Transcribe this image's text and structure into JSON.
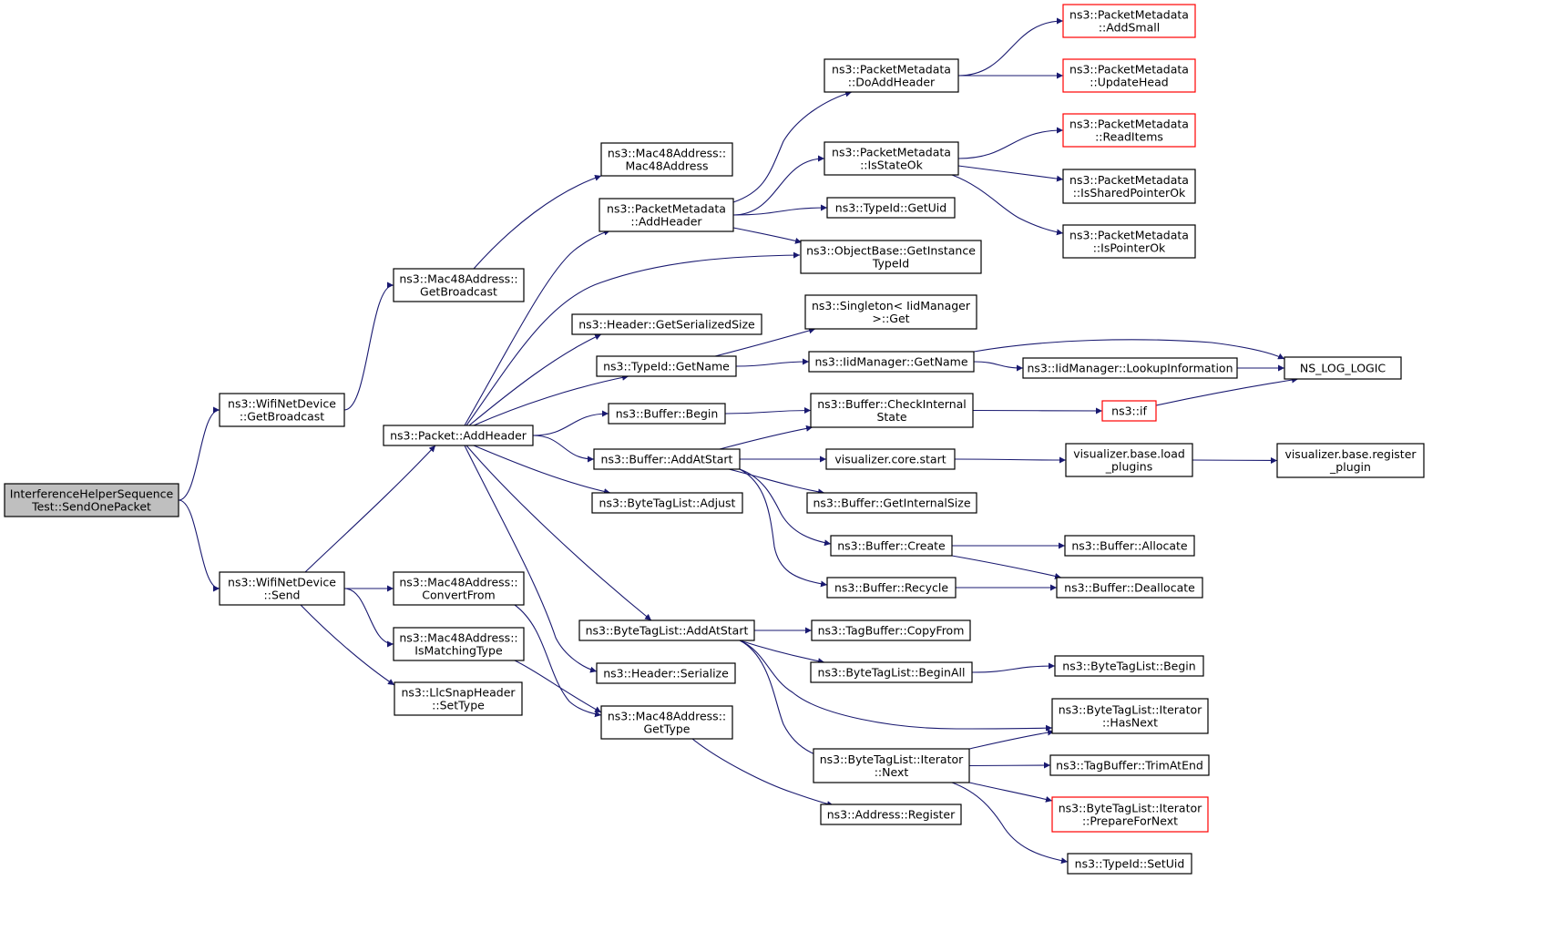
{
  "colors": {
    "edge": "#191970",
    "node_border": "#000000",
    "node_border_truncated": "#ff0000",
    "root_fill": "#bfbfbf",
    "node_fill": "#ffffff"
  },
  "nodes": [
    {
      "id": "root",
      "lines": [
        "InterferenceHelperSequence",
        "Test::SendOnePacket"
      ],
      "style": "root"
    },
    {
      "id": "wnd_getbroadcast",
      "lines": [
        "ns3::WifiNetDevice",
        "::GetBroadcast"
      ],
      "style": "normal"
    },
    {
      "id": "wnd_send",
      "lines": [
        "ns3::WifiNetDevice",
        "::Send"
      ],
      "style": "normal"
    },
    {
      "id": "mac_getbroadcast",
      "lines": [
        "ns3::Mac48Address::",
        "GetBroadcast"
      ],
      "style": "normal"
    },
    {
      "id": "pkt_addheader",
      "lines": [
        "ns3::Packet::AddHeader"
      ],
      "style": "normal"
    },
    {
      "id": "mac_convertfrom",
      "lines": [
        "ns3::Mac48Address::",
        "ConvertFrom"
      ],
      "style": "normal"
    },
    {
      "id": "mac_ismatching",
      "lines": [
        "ns3::Mac48Address::",
        "IsMatchingType"
      ],
      "style": "normal"
    },
    {
      "id": "llc_settype",
      "lines": [
        "ns3::LlcSnapHeader",
        "::SetType"
      ],
      "style": "normal"
    },
    {
      "id": "mac_ctor",
      "lines": [
        "ns3::Mac48Address::",
        "Mac48Address"
      ],
      "style": "normal"
    },
    {
      "id": "pm_addheader",
      "lines": [
        "ns3::PacketMetadata",
        "::AddHeader"
      ],
      "style": "normal"
    },
    {
      "id": "hdr_getsize",
      "lines": [
        "ns3::Header::GetSerializedSize"
      ],
      "style": "normal"
    },
    {
      "id": "tid_getname",
      "lines": [
        "ns3::TypeId::GetName"
      ],
      "style": "normal"
    },
    {
      "id": "buf_begin",
      "lines": [
        "ns3::Buffer::Begin"
      ],
      "style": "normal"
    },
    {
      "id": "buf_addatstart",
      "lines": [
        "ns3::Buffer::AddAtStart"
      ],
      "style": "normal"
    },
    {
      "id": "btl_adjust",
      "lines": [
        "ns3::ByteTagList::Adjust"
      ],
      "style": "normal"
    },
    {
      "id": "btl_addatstart",
      "lines": [
        "ns3::ByteTagList::AddAtStart"
      ],
      "style": "normal"
    },
    {
      "id": "hdr_serialize",
      "lines": [
        "ns3::Header::Serialize"
      ],
      "style": "normal"
    },
    {
      "id": "mac_gettype",
      "lines": [
        "ns3::Mac48Address::",
        "GetType"
      ],
      "style": "normal"
    },
    {
      "id": "pm_doaddheader",
      "lines": [
        "ns3::PacketMetadata",
        "::DoAddHeader"
      ],
      "style": "normal"
    },
    {
      "id": "pm_isstateok",
      "lines": [
        "ns3::PacketMetadata",
        "::IsStateOk"
      ],
      "style": "normal"
    },
    {
      "id": "tid_getuid",
      "lines": [
        "ns3::TypeId::GetUid"
      ],
      "style": "normal"
    },
    {
      "id": "ob_getinstancetypeid",
      "lines": [
        "ns3::ObjectBase::GetInstance",
        "TypeId"
      ],
      "style": "normal"
    },
    {
      "id": "singleton_get",
      "lines": [
        "ns3::Singleton< IidManager",
        ">::Get"
      ],
      "style": "normal"
    },
    {
      "id": "iid_getname",
      "lines": [
        "ns3::IidManager::GetName"
      ],
      "style": "normal"
    },
    {
      "id": "buf_checkinternal",
      "lines": [
        "ns3::Buffer::CheckInternal",
        "State"
      ],
      "style": "normal"
    },
    {
      "id": "viz_core_start",
      "lines": [
        "visualizer.core.start"
      ],
      "style": "normal"
    },
    {
      "id": "buf_getinternalsize",
      "lines": [
        "ns3::Buffer::GetInternalSize"
      ],
      "style": "normal"
    },
    {
      "id": "buf_create",
      "lines": [
        "ns3::Buffer::Create"
      ],
      "style": "normal"
    },
    {
      "id": "buf_recycle",
      "lines": [
        "ns3::Buffer::Recycle"
      ],
      "style": "normal"
    },
    {
      "id": "tb_copyfrom",
      "lines": [
        "ns3::TagBuffer::CopyFrom"
      ],
      "style": "normal"
    },
    {
      "id": "btl_beginall",
      "lines": [
        "ns3::ByteTagList::BeginAll"
      ],
      "style": "normal"
    },
    {
      "id": "btl_iter_next",
      "lines": [
        "ns3::ByteTagList::Iterator",
        "::Next"
      ],
      "style": "normal"
    },
    {
      "id": "addr_register",
      "lines": [
        "ns3::Address::Register"
      ],
      "style": "normal"
    },
    {
      "id": "pm_addsmall",
      "lines": [
        "ns3::PacketMetadata",
        "::AddSmall"
      ],
      "style": "truncated"
    },
    {
      "id": "pm_updatehead",
      "lines": [
        "ns3::PacketMetadata",
        "::UpdateHead"
      ],
      "style": "truncated"
    },
    {
      "id": "pm_readitems",
      "lines": [
        "ns3::PacketMetadata",
        "::ReadItems"
      ],
      "style": "truncated"
    },
    {
      "id": "pm_issharedpointerok",
      "lines": [
        "ns3::PacketMetadata",
        "::IsSharedPointerOk"
      ],
      "style": "normal"
    },
    {
      "id": "pm_ispointerok",
      "lines": [
        "ns3::PacketMetadata",
        "::IsPointerOk"
      ],
      "style": "normal"
    },
    {
      "id": "iid_lookupinfo",
      "lines": [
        "ns3::IidManager::LookupInformation"
      ],
      "style": "normal"
    },
    {
      "id": "ns3_if",
      "lines": [
        "ns3::if"
      ],
      "style": "truncated"
    },
    {
      "id": "viz_base_load",
      "lines": [
        "visualizer.base.load",
        "_plugins"
      ],
      "style": "normal"
    },
    {
      "id": "buf_allocate",
      "lines": [
        "ns3::Buffer::Allocate"
      ],
      "style": "normal"
    },
    {
      "id": "buf_deallocate",
      "lines": [
        "ns3::Buffer::Deallocate"
      ],
      "style": "normal"
    },
    {
      "id": "btl_begin",
      "lines": [
        "ns3::ByteTagList::Begin"
      ],
      "style": "normal"
    },
    {
      "id": "btl_iter_hasnext",
      "lines": [
        "ns3::ByteTagList::Iterator",
        "::HasNext"
      ],
      "style": "normal"
    },
    {
      "id": "tb_trimatend",
      "lines": [
        "ns3::TagBuffer::TrimAtEnd"
      ],
      "style": "normal"
    },
    {
      "id": "btl_iter_preparefornext",
      "lines": [
        "ns3::ByteTagList::Iterator",
        "::PrepareForNext"
      ],
      "style": "truncated"
    },
    {
      "id": "tid_setuid",
      "lines": [
        "ns3::TypeId::SetUid"
      ],
      "style": "normal"
    },
    {
      "id": "ns_log_logic",
      "lines": [
        "NS_LOG_LOGIC"
      ],
      "style": "normal"
    },
    {
      "id": "viz_base_register",
      "lines": [
        "visualizer.base.register",
        "_plugin"
      ],
      "style": "normal"
    }
  ],
  "edges": [
    [
      "root",
      "wnd_getbroadcast"
    ],
    [
      "root",
      "wnd_send"
    ],
    [
      "wnd_getbroadcast",
      "mac_getbroadcast"
    ],
    [
      "mac_getbroadcast",
      "mac_ctor"
    ],
    [
      "wnd_send",
      "pkt_addheader"
    ],
    [
      "wnd_send",
      "mac_convertfrom"
    ],
    [
      "wnd_send",
      "mac_ismatching"
    ],
    [
      "wnd_send",
      "llc_settype"
    ],
    [
      "mac_convertfrom",
      "mac_gettype"
    ],
    [
      "mac_ismatching",
      "mac_gettype"
    ],
    [
      "mac_gettype",
      "addr_register"
    ],
    [
      "pkt_addheader",
      "pm_addheader"
    ],
    [
      "pkt_addheader",
      "ob_getinstancetypeid"
    ],
    [
      "pkt_addheader",
      "hdr_getsize"
    ],
    [
      "pkt_addheader",
      "tid_getname"
    ],
    [
      "pkt_addheader",
      "buf_begin"
    ],
    [
      "pkt_addheader",
      "buf_addatstart"
    ],
    [
      "pkt_addheader",
      "btl_adjust"
    ],
    [
      "pkt_addheader",
      "btl_addatstart"
    ],
    [
      "pkt_addheader",
      "hdr_serialize"
    ],
    [
      "pm_addheader",
      "pm_doaddheader"
    ],
    [
      "pm_addheader",
      "pm_isstateok"
    ],
    [
      "pm_addheader",
      "tid_getuid"
    ],
    [
      "pm_addheader",
      "ob_getinstancetypeid"
    ],
    [
      "pm_doaddheader",
      "pm_addsmall"
    ],
    [
      "pm_doaddheader",
      "pm_updatehead"
    ],
    [
      "pm_isstateok",
      "pm_readitems"
    ],
    [
      "pm_isstateok",
      "pm_issharedpointerok"
    ],
    [
      "pm_isstateok",
      "pm_ispointerok"
    ],
    [
      "tid_getname",
      "singleton_get"
    ],
    [
      "tid_getname",
      "iid_getname"
    ],
    [
      "iid_getname",
      "iid_lookupinfo"
    ],
    [
      "iid_getname",
      "ns_log_logic"
    ],
    [
      "iid_lookupinfo",
      "ns_log_logic"
    ],
    [
      "buf_checkinternal",
      "ns3_if"
    ],
    [
      "ns3_if",
      "ns_log_logic"
    ],
    [
      "buf_begin",
      "buf_checkinternal"
    ],
    [
      "buf_addatstart",
      "buf_checkinternal"
    ],
    [
      "buf_addatstart",
      "viz_core_start"
    ],
    [
      "buf_addatstart",
      "buf_getinternalsize"
    ],
    [
      "buf_addatstart",
      "buf_create"
    ],
    [
      "buf_addatstart",
      "buf_recycle"
    ],
    [
      "viz_core_start",
      "viz_base_load"
    ],
    [
      "viz_base_load",
      "viz_base_register"
    ],
    [
      "buf_create",
      "buf_allocate"
    ],
    [
      "buf_create",
      "buf_deallocate"
    ],
    [
      "buf_recycle",
      "buf_deallocate"
    ],
    [
      "btl_addatstart",
      "tb_copyfrom"
    ],
    [
      "btl_addatstart",
      "btl_beginall"
    ],
    [
      "btl_addatstart",
      "btl_iter_hasnext"
    ],
    [
      "btl_addatstart",
      "btl_iter_next"
    ],
    [
      "btl_beginall",
      "btl_begin"
    ],
    [
      "btl_iter_next",
      "btl_iter_hasnext"
    ],
    [
      "btl_iter_next",
      "tb_trimatend"
    ],
    [
      "btl_iter_next",
      "btl_iter_preparefornext"
    ],
    [
      "btl_iter_next",
      "tid_setuid"
    ]
  ]
}
